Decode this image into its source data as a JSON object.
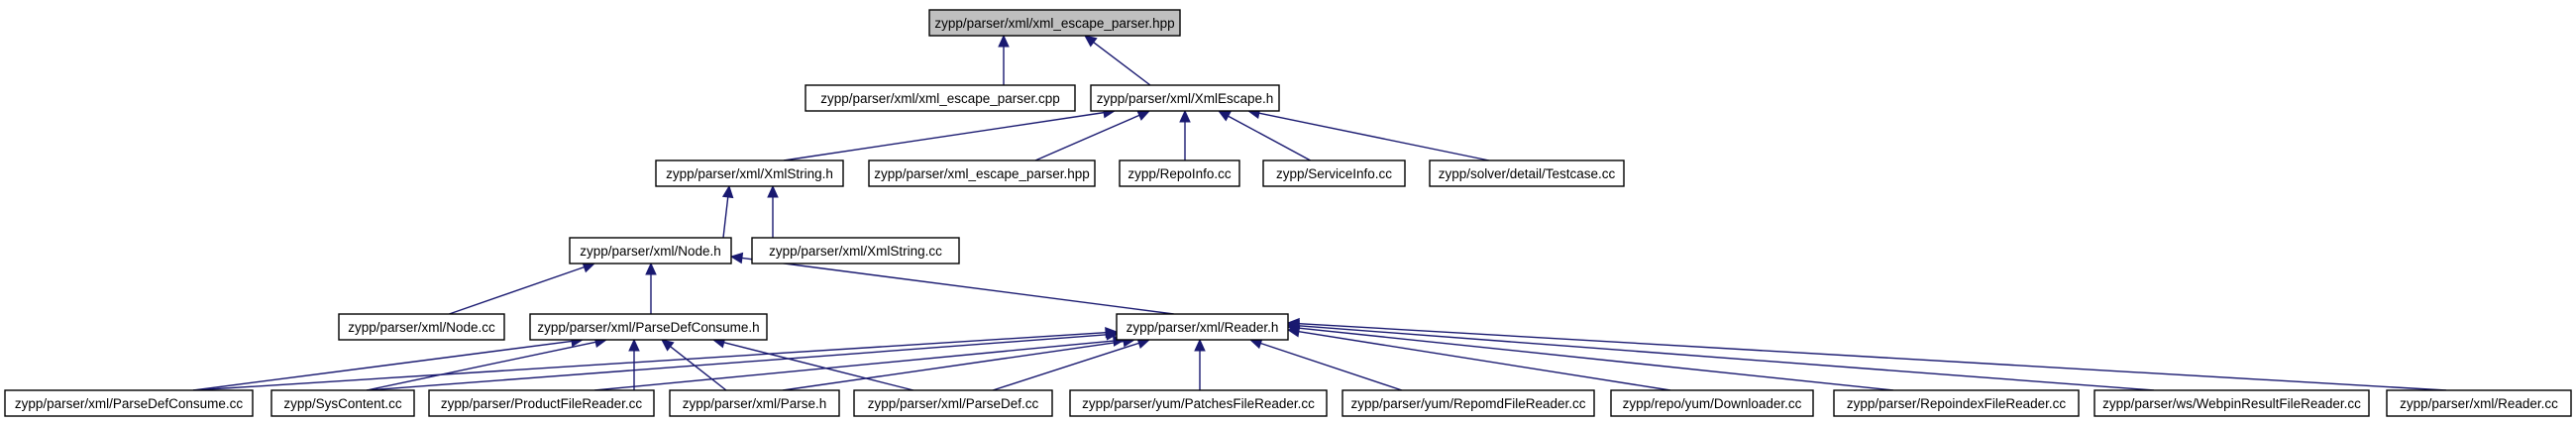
{
  "nodes": [
    {
      "id": "n0",
      "label": "zypp/parser/xml/xml_escape_parser.hpp",
      "root": true
    },
    {
      "id": "n1",
      "label": "zypp/parser/xml/xml_escape_parser.cpp"
    },
    {
      "id": "n2",
      "label": "zypp/parser/xml/XmlEscape.h"
    },
    {
      "id": "n3",
      "label": "zypp/parser/xml/XmlString.h"
    },
    {
      "id": "n4",
      "label": "zypp/parser/xml_escape_parser.hpp"
    },
    {
      "id": "n5",
      "label": "zypp/RepoInfo.cc"
    },
    {
      "id": "n6",
      "label": "zypp/ServiceInfo.cc"
    },
    {
      "id": "n7",
      "label": "zypp/solver/detail/Testcase.cc"
    },
    {
      "id": "n8",
      "label": "zypp/parser/xml/Node.h"
    },
    {
      "id": "n9",
      "label": "zypp/parser/xml/XmlString.cc"
    },
    {
      "id": "n10",
      "label": "zypp/parser/xml/Node.cc"
    },
    {
      "id": "n11",
      "label": "zypp/parser/xml/ParseDefConsume.h"
    },
    {
      "id": "n12",
      "label": "zypp/parser/xml/Reader.h"
    },
    {
      "id": "n13",
      "label": "zypp/parser/xml/ParseDefConsume.cc"
    },
    {
      "id": "n14",
      "label": "zypp/SysContent.cc"
    },
    {
      "id": "n15",
      "label": "zypp/parser/ProductFileReader.cc"
    },
    {
      "id": "n16",
      "label": "zypp/parser/xml/Parse.h"
    },
    {
      "id": "n17",
      "label": "zypp/parser/xml/ParseDef.cc"
    },
    {
      "id": "n18",
      "label": "zypp/parser/yum/PatchesFileReader.cc"
    },
    {
      "id": "n19",
      "label": "zypp/parser/yum/RepomdFileReader.cc"
    },
    {
      "id": "n20",
      "label": "zypp/repo/yum/Downloader.cc"
    },
    {
      "id": "n21",
      "label": "zypp/parser/RepoindexFileReader.cc"
    },
    {
      "id": "n22",
      "label": "zypp/parser/ws/WebpinResultFileReader.cc"
    },
    {
      "id": "n23",
      "label": "zypp/parser/xml/Reader.cc"
    }
  ],
  "edges": [
    {
      "from": "n1",
      "to": "n0"
    },
    {
      "from": "n2",
      "to": "n0"
    },
    {
      "from": "n3",
      "to": "n2"
    },
    {
      "from": "n4",
      "to": "n2"
    },
    {
      "from": "n5",
      "to": "n2"
    },
    {
      "from": "n6",
      "to": "n2"
    },
    {
      "from": "n7",
      "to": "n2"
    },
    {
      "from": "n8",
      "to": "n3"
    },
    {
      "from": "n9",
      "to": "n3"
    },
    {
      "from": "n10",
      "to": "n8"
    },
    {
      "from": "n11",
      "to": "n8"
    },
    {
      "from": "n12",
      "to": "n8"
    },
    {
      "from": "n13",
      "to": "n11"
    },
    {
      "from": "n14",
      "to": "n11"
    },
    {
      "from": "n15",
      "to": "n11"
    },
    {
      "from": "n16",
      "to": "n11"
    },
    {
      "from": "n17",
      "to": "n11"
    },
    {
      "from": "n13",
      "to": "n12"
    },
    {
      "from": "n14",
      "to": "n12"
    },
    {
      "from": "n15",
      "to": "n12"
    },
    {
      "from": "n16",
      "to": "n12"
    },
    {
      "from": "n17",
      "to": "n12"
    },
    {
      "from": "n18",
      "to": "n12"
    },
    {
      "from": "n19",
      "to": "n12"
    },
    {
      "from": "n20",
      "to": "n12"
    },
    {
      "from": "n21",
      "to": "n12"
    },
    {
      "from": "n22",
      "to": "n12"
    },
    {
      "from": "n23",
      "to": "n12"
    }
  ],
  "colors": {
    "edge": "#191970",
    "root_fill": "#bfbfbf",
    "node_fill": "#ffffff",
    "node_border": "#000000"
  }
}
